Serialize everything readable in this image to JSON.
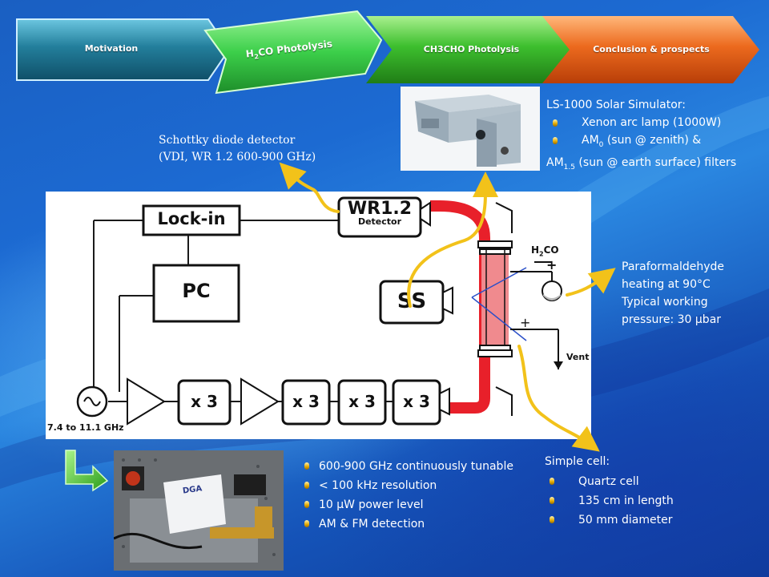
{
  "nav": {
    "tabs": [
      {
        "label": "Motivation"
      },
      {
        "label": "H2CO Photolysis"
      },
      {
        "label": "CH3CHO Photolysis"
      },
      {
        "label": "Conclusion & prospects"
      }
    ]
  },
  "detector_caption": {
    "line1": "Schottky diode detector",
    "line2": "(VDI, WR 1.2 600-900 GHz)"
  },
  "solar_simulator": {
    "title": "LS-1000 Solar Simulator:",
    "item1": "Xenon arc lamp (1000W)",
    "item2_prefix": "AM",
    "item2_sub": "0",
    "item2_suffix": " (sun @ zenith) &",
    "item3_prefix": "AM",
    "item3_sub": "1.5",
    "item3_suffix": " (sun @ earth surface) filters"
  },
  "paraformaldehyde": {
    "line1": "Paraformaldehyde",
    "line2": "heating at 90°C",
    "line3": "Typical working",
    "line4": "pressure: 30 µbar"
  },
  "source_specs": [
    "600-900 GHz continuously tunable",
    "< 100 kHz resolution",
    "10 µW power level",
    "AM & FM detection"
  ],
  "simple_cell": {
    "title": "Simple cell:",
    "items": [
      "Quartz cell",
      "135 cm in length",
      "50 mm diameter"
    ]
  },
  "diagram": {
    "lockin": "Lock-in",
    "pc": "PC",
    "wr_main": "WR",
    "wr_num": "1.2",
    "wr_sub": "Detector",
    "ss": "SS",
    "h2co_main": "H",
    "h2co_sub": "2",
    "h2co_end": "CO",
    "vent": "Vent",
    "x3a": "x 3",
    "x3b": "x 3",
    "x3c": "x 3",
    "x3d": "x 3",
    "freq": "7.4 to 11.1 GHz",
    "plus1": "+",
    "plus2": "+"
  },
  "photo_label": "DGA",
  "colors": {
    "beam": "#e8202a",
    "cell": "#f08a8e",
    "tab1": "#1f7fa0",
    "tab2": "#3ccf4a",
    "tab3": "#2fb52a",
    "tab4": "#e8621a",
    "arrow": "#f2c21a"
  }
}
